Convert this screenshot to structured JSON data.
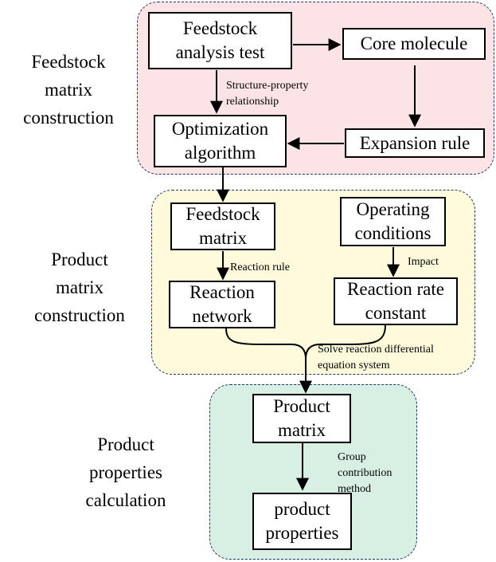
{
  "stages": {
    "feedstock": "Feedstock\nmatrix\nconstruction",
    "product": "Product\nmatrix\nconstruction",
    "properties": "Product\nproperties\ncalculation"
  },
  "boxes": {
    "feedstock_analysis": "Feedstock\nanalysis test",
    "core_molecule": "Core molecule",
    "optimization": "Optimization\nalgorithm",
    "expansion_rule": "Expansion rule",
    "feedstock_matrix": "Feedstock\nmatrix",
    "operating_conditions": "Operating\nconditions",
    "reaction_network": "Reaction\nnetwork",
    "reaction_rate": "Reaction rate\nconstant",
    "product_matrix": "Product\nmatrix",
    "product_properties": "product\nproperties"
  },
  "labels": {
    "structure_property": "Structure-property\nrelationship",
    "reaction_rule": "Reaction rule",
    "impact": "Impact",
    "solve": "Solve reaction differential\nequation system",
    "group_contribution": "Group\ncontribution\nmethod"
  },
  "colors": {
    "region_feedstock": "#fce4e6",
    "region_product": "#fdfbdc",
    "region_properties": "#d8efe4",
    "region_border": "#1f3864"
  }
}
